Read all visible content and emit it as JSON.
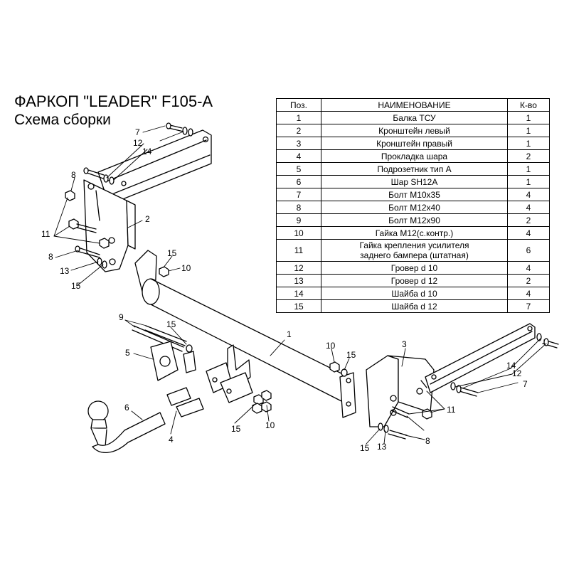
{
  "header": {
    "title": "ФАРКОП \"LEADER\" F105-A",
    "subtitle": "Схема сборки"
  },
  "table": {
    "headers": {
      "pos": "Поз.",
      "name": "НАИМЕНОВАНИЕ",
      "qty": "К-во"
    },
    "rows": [
      {
        "pos": "1",
        "name": "Балка ТСУ",
        "qty": "1"
      },
      {
        "pos": "2",
        "name": "Кронштейн левый",
        "qty": "1"
      },
      {
        "pos": "3",
        "name": "Кронштейн правый",
        "qty": "1"
      },
      {
        "pos": "4",
        "name": "Прокладка шара",
        "qty": "2"
      },
      {
        "pos": "5",
        "name": "Подрозетник тип А",
        "qty": "1"
      },
      {
        "pos": "6",
        "name": "Шар SH12A",
        "qty": "1"
      },
      {
        "pos": "7",
        "name": "Болт М10х35",
        "qty": "4"
      },
      {
        "pos": "8",
        "name": "Болт М12х40",
        "qty": "4"
      },
      {
        "pos": "9",
        "name": "Болт М12х90",
        "qty": "2"
      },
      {
        "pos": "10",
        "name": "Гайка М12(с.контр.)",
        "qty": "4"
      },
      {
        "pos": "11",
        "name": "Гайка крепления усилителя\nзаднего бампера (штатная)",
        "qty": "6"
      },
      {
        "pos": "12",
        "name": "Гровер d 10",
        "qty": "4"
      },
      {
        "pos": "13",
        "name": "Гровер d 12",
        "qty": "2"
      },
      {
        "pos": "14",
        "name": "Шайба d 10",
        "qty": "4"
      },
      {
        "pos": "15",
        "name": "Шайба d 12",
        "qty": "7"
      }
    ]
  },
  "callouts": {
    "c1": "1",
    "c2": "2",
    "c3": "3",
    "c4": "4",
    "c5": "5",
    "c6": "6",
    "c7a": "7",
    "c7b": "7",
    "c8a": "8",
    "c8b": "8",
    "c8c": "8",
    "c9": "9",
    "c10a": "10",
    "c10b": "10",
    "c10c": "10",
    "c11a": "11",
    "c11b": "11",
    "c12a": "12",
    "c12b": "12",
    "c13a": "13",
    "c13b": "13",
    "c14a": "14",
    "c14b": "14",
    "c15a": "15",
    "c15b": "15",
    "c15c": "15",
    "c15d": "15",
    "c15e": "15",
    "c15f": "15"
  }
}
